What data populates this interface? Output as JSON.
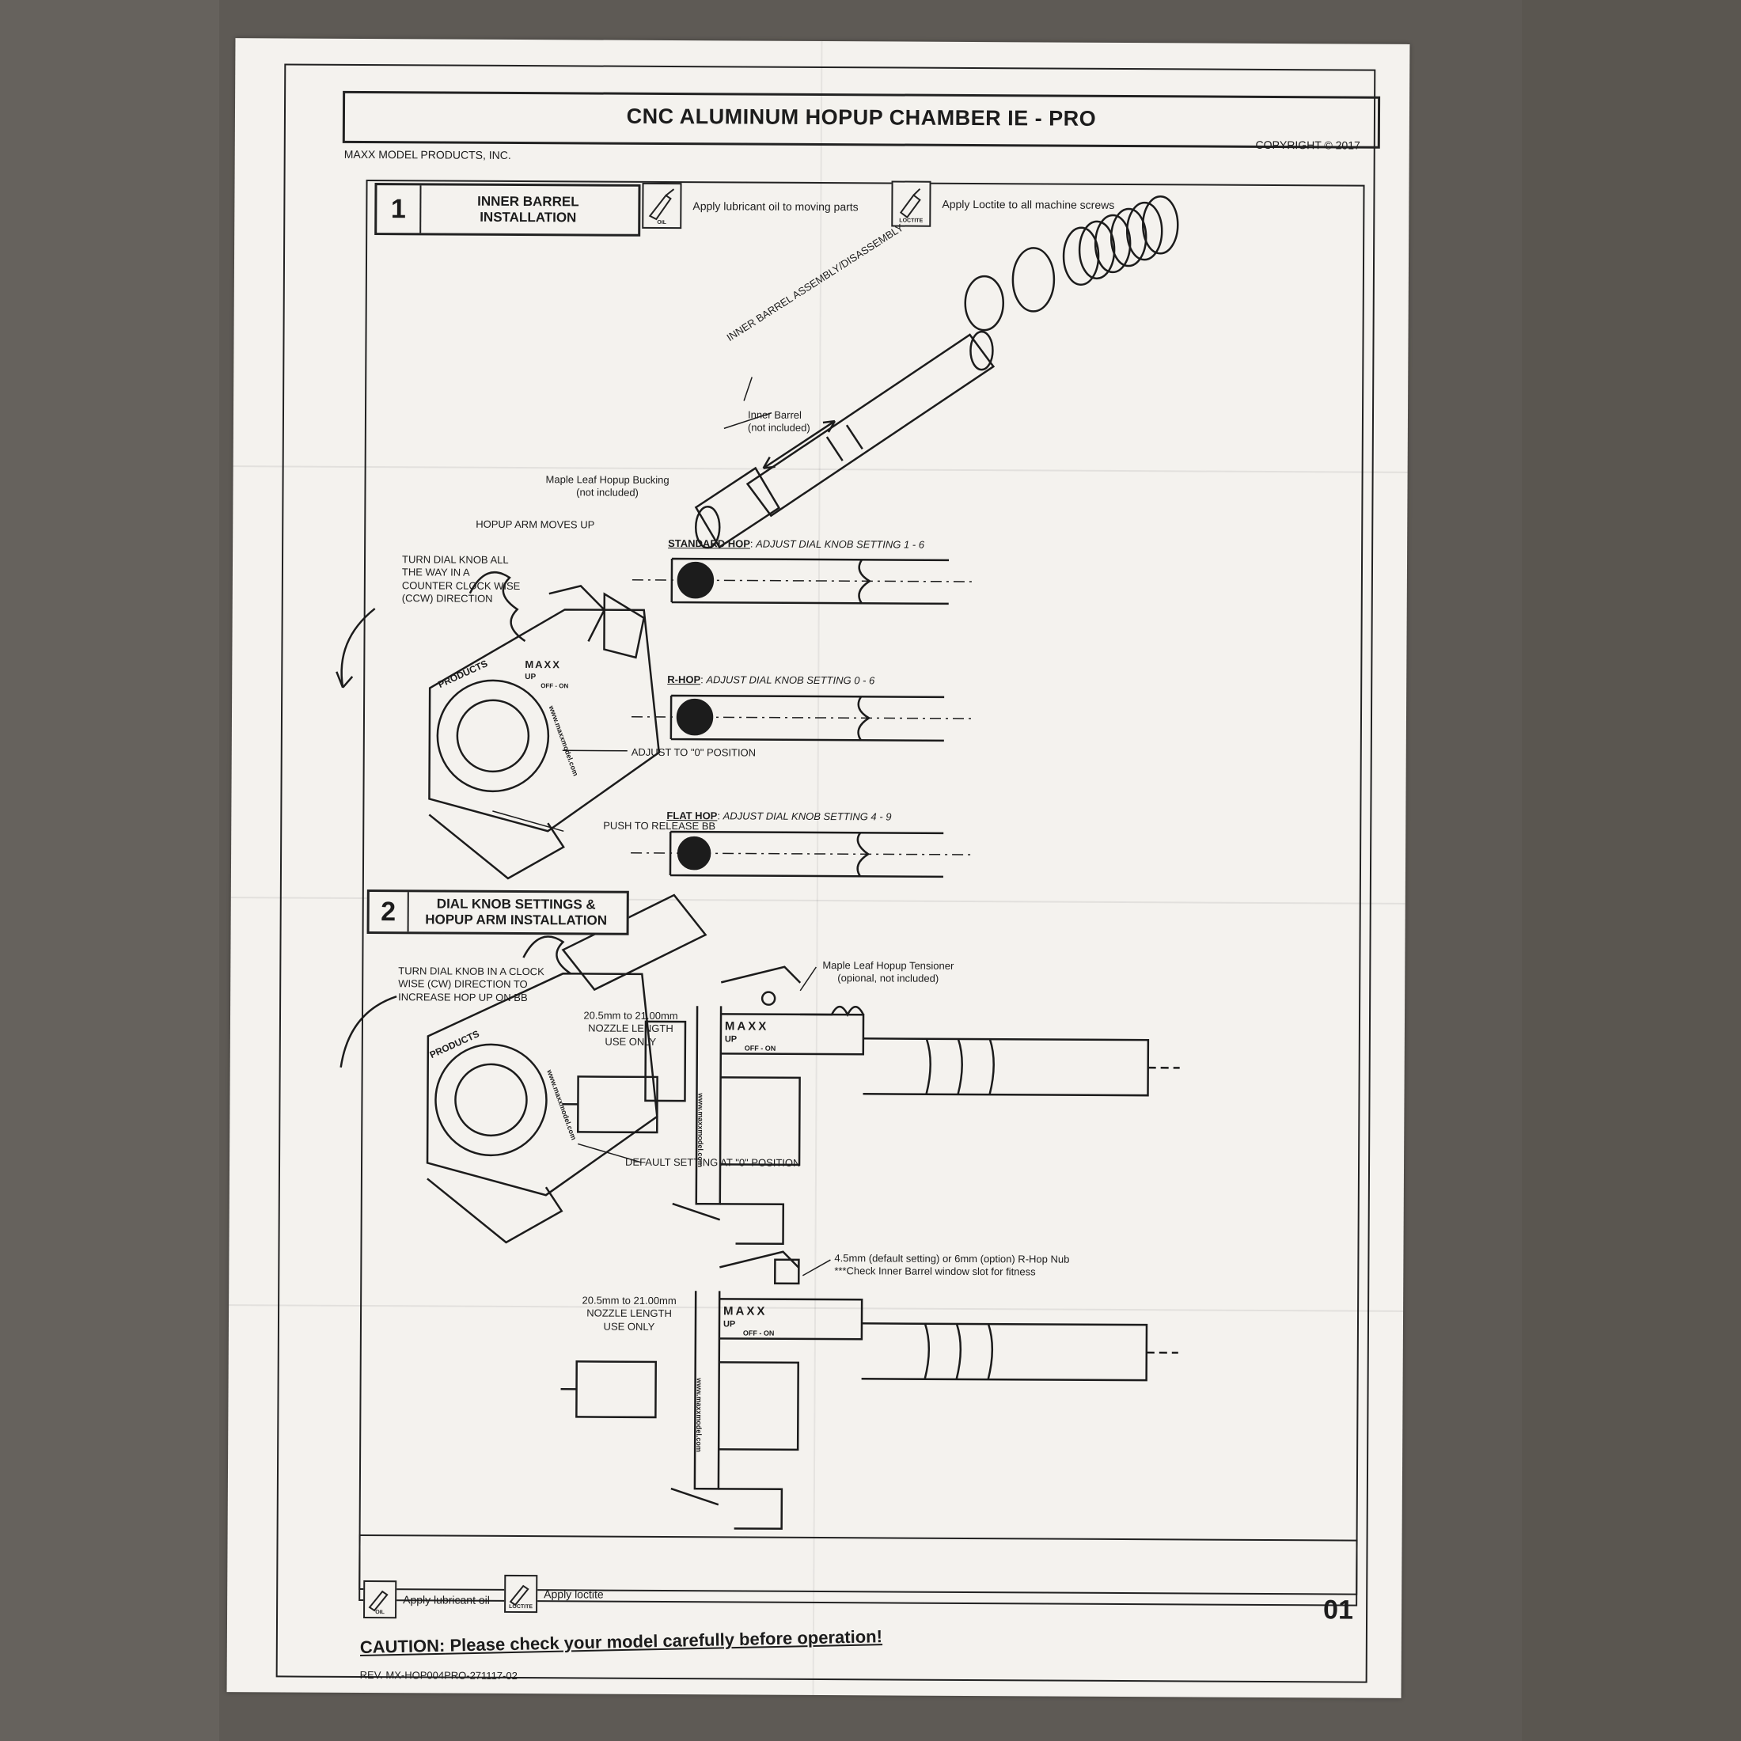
{
  "document": {
    "title": "CNC ALUMINUM HOPUP CHAMBER IE - PRO",
    "company": "MAXX MODEL PRODUCTS, INC.",
    "copyright": "COPYRIGHT © 2017",
    "page_number": "01",
    "caution": "CAUTION: Please check your model carefully before operation!",
    "caution_prefix": "CAUTION:",
    "caution_rest": " Please check your model carefully before operation!",
    "revision": "REV. MX-HOP004PRO-271117-02"
  },
  "legend": {
    "oil_label": "Apply lubricant oil to moving parts",
    "oil_icon_caption": "OIL",
    "loctite_label": "Apply Loctite to all machine screws",
    "loctite_icon_caption": "LOCTITE",
    "bottom_oil_label": "Apply lubricant oil",
    "bottom_loctite_label": "Apply loctite"
  },
  "step1": {
    "number": "1",
    "title_line1": "INNER BARREL",
    "title_line2": "INSTALLATION",
    "labels": {
      "assembly": "INNER BARREL ASSEMBLY/DISASSEMBLY",
      "inner_barrel": "Inner Barrel",
      "inner_barrel_note": "(not included)",
      "bucking": "Maple Leaf Hopup Bucking",
      "bucking_note": "(not included)",
      "arm_moves": "HOPUP ARM MOVES UP",
      "turn_ccw_1": "TURN DIAL KNOB ALL",
      "turn_ccw_2": "THE WAY IN A",
      "turn_ccw_3": "COUNTER CLOCK WISE",
      "turn_ccw_4": "(CCW) DIRECTION",
      "adjust_zero": "ADJUST TO \"0\" POSITION",
      "push_release": "PUSH TO RELEASE BB"
    },
    "hop_types": [
      {
        "name": "STANDARD HOP",
        "setting": "ADJUST DIAL KNOB SETTING 1 - 6"
      },
      {
        "name": "R-HOP",
        "setting": "ADJUST DIAL KNOB SETTING 0 - 6"
      },
      {
        "name": "FLAT HOP",
        "setting": "ADJUST DIAL KNOB SETTING 4 - 9"
      }
    ]
  },
  "step2": {
    "number": "2",
    "title_line1": "DIAL KNOB SETTINGS &",
    "title_line2": "HOPUP ARM INSTALLATION",
    "labels": {
      "turn_cw_1": "TURN DIAL KNOB IN A CLOCK",
      "turn_cw_2": "WISE (CW) DIRECTION TO",
      "turn_cw_3": "INCREASE HOP UP ON BB",
      "default_setting": "DEFAULT SETTING AT \"0\" POSITION",
      "nozzle_1": "20.5mm to 21.00mm",
      "nozzle_2": "NOZZLE LENGTH",
      "nozzle_3": "USE ONLY",
      "tensioner": "Maple Leaf Hopup Tensioner",
      "tensioner_note": "(opional, not included)",
      "rhop_nub": "4.5mm (default setting) or 6mm (option) R-Hop Nub",
      "rhop_check": "***Check Inner Barrel window slot for fitness",
      "dial_brand": "MAXX",
      "dial_up": "UP",
      "dial_offon": "OFF - ON",
      "dial_url": "www.maxxmodel.com",
      "dial_products": "PRODUCTS"
    }
  }
}
